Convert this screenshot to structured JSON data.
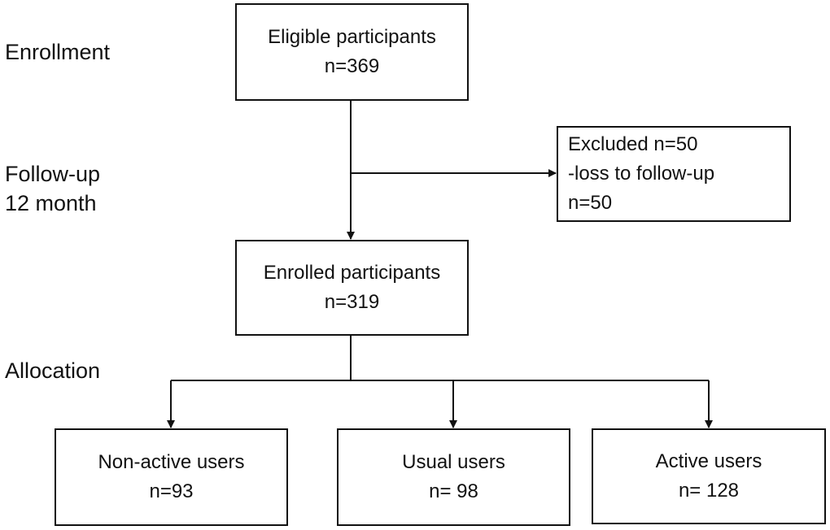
{
  "stages": {
    "enrollment": "Enrollment",
    "followup_line1": "Follow-up",
    "followup_line2": "12 month",
    "allocation": "Allocation"
  },
  "boxes": {
    "eligible": {
      "title": "Eligible participants",
      "count": "n=369"
    },
    "excluded": {
      "line1": "Excluded n=50",
      "line2": "-loss to follow-up",
      "line3": "n=50"
    },
    "enrolled": {
      "title": "Enrolled participants",
      "count": "n=319"
    },
    "non_active": {
      "title": "Non-active users",
      "count": "n=93"
    },
    "usual": {
      "title": "Usual users",
      "count": "n= 98"
    },
    "active": {
      "title": "Active users",
      "count": "n= 128"
    }
  }
}
